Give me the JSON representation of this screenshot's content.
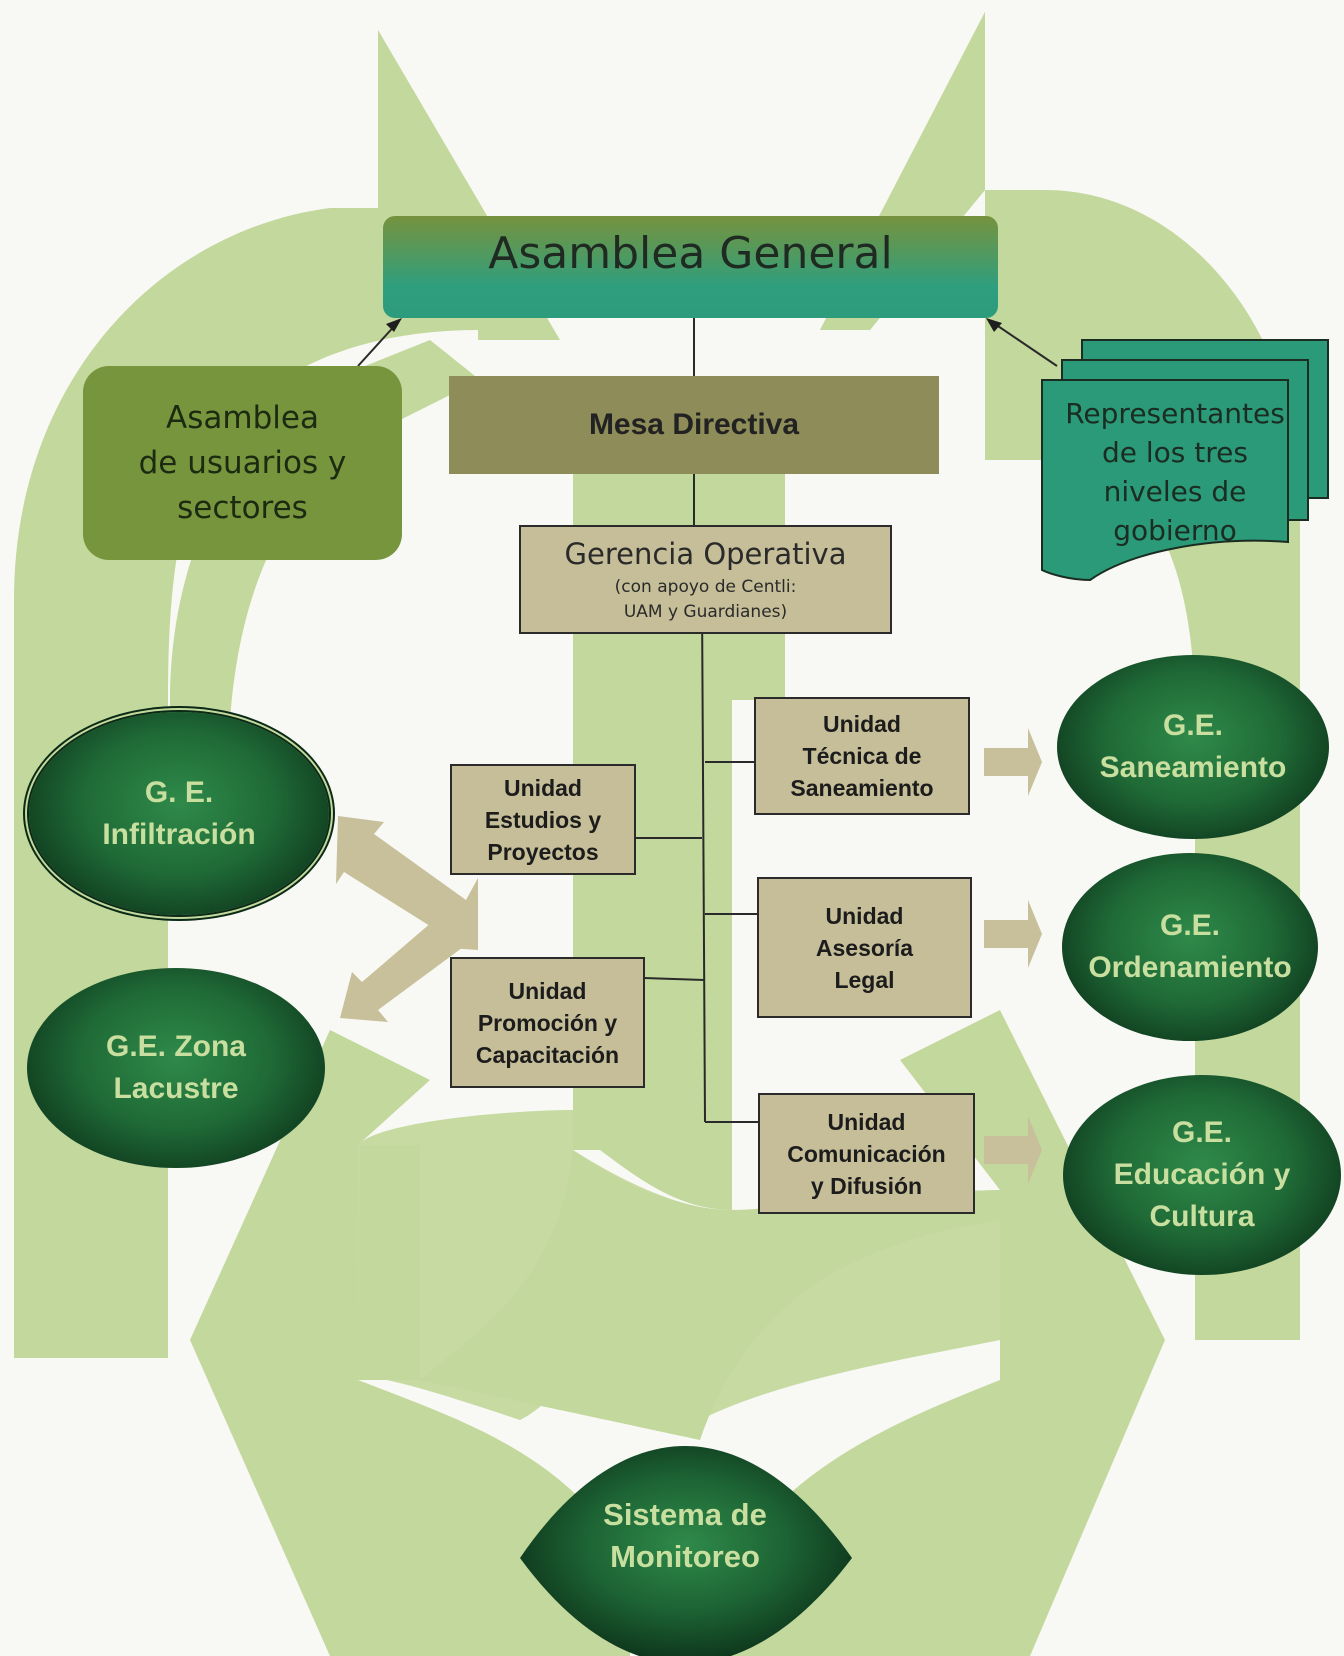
{
  "title": "Asamblea General",
  "asamblea_usuarios": "Asamblea\nde usuarios y\nsectores",
  "mesa_directiva": "Mesa Directiva",
  "gerencia": {
    "title": "Gerencia Operativa",
    "note": "(con apoyo de Centli:\nUAM y Guardianes)"
  },
  "representantes": "Representantes\nde los tres\nniveles de\ngobierno",
  "units": {
    "tecnica": "Unidad\nTécnica de\nSaneamiento",
    "estudios": "Unidad\nEstudios y\nProyectos",
    "asesoria": "Unidad\nAsesoría\nLegal",
    "promocion": "Unidad\nPromoción y\nCapacitación",
    "comunicacion": "Unidad\nComunicación\ny Difusión"
  },
  "groups": {
    "infiltracion": "G. E.\nInfiltración",
    "lacustre": "G.E. Zona\nLacustre",
    "saneamiento": "G.E.\nSaneamiento",
    "ordenamiento": "G.E.\nOrdenamiento",
    "educacion": "G.E.\nEducación y\nCultura"
  },
  "sistema_monitoreo": "Sistema de\nMonitoreo",
  "colors": {
    "background_shape": "#c3d89c",
    "dark_green": "#0f3a1e",
    "unit_fill": "#c5be98",
    "arrow_fill": "#c7c09a",
    "document_fill": "#2b9a78"
  }
}
